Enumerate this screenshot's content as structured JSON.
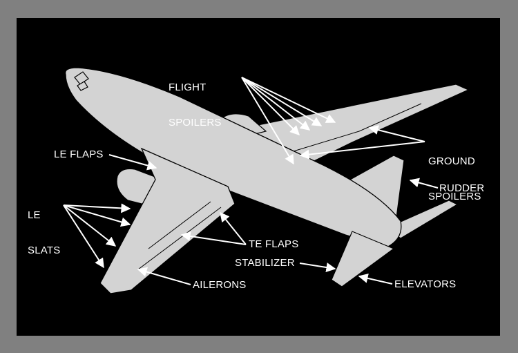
{
  "colors": {
    "frame": "#808080",
    "background": "#000000",
    "airframe": "#d3d3d3",
    "outline": "#000000",
    "callout": "#ffffff"
  },
  "labels": {
    "flight_spoilers_1": "FLIGHT",
    "flight_spoilers_2": "SPOILERS",
    "ground_spoilers_1": "GROUND",
    "ground_spoilers_2": "SPOILERS",
    "le_flaps": "LE FLAPS",
    "le_slats_1": "LE",
    "le_slats_2": "SLATS",
    "rudder": "RUDDER",
    "te_flaps": "TE FLAPS",
    "stabilizer": "STABILIZER",
    "ailerons": "AILERONS",
    "elevators": "ELEVATORS"
  }
}
